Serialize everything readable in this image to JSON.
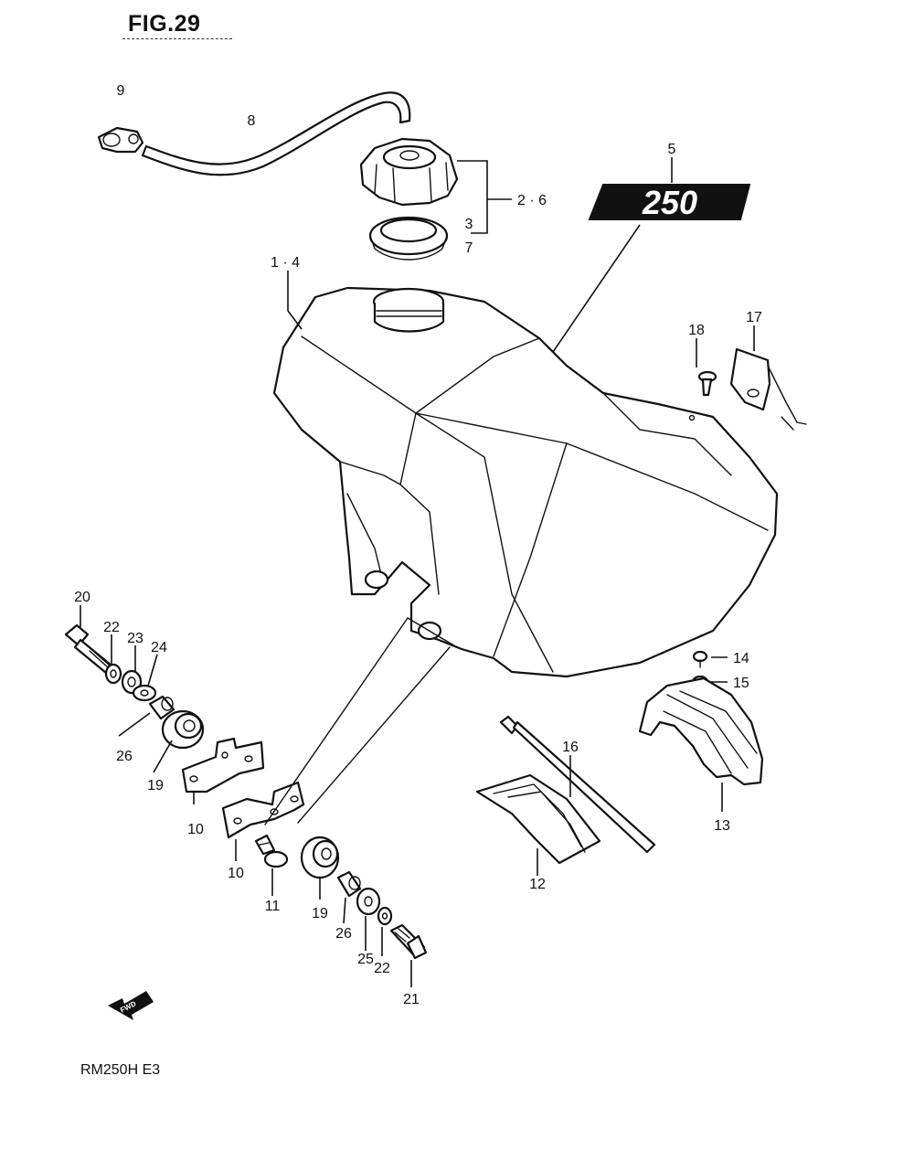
{
  "figure": {
    "title": "FIG.29",
    "model": "RM250H  E3"
  },
  "badge": {
    "text": "250"
  },
  "fwd_label": "FWD",
  "callouts": [
    {
      "id": "c-9",
      "label": "9"
    },
    {
      "id": "c-8",
      "label": "8"
    },
    {
      "id": "c-2-6",
      "label": "2 · 6"
    },
    {
      "id": "c-3",
      "label": "3"
    },
    {
      "id": "c-7",
      "label": "7"
    },
    {
      "id": "c-5",
      "label": "5"
    },
    {
      "id": "c-1-4",
      "label": "1 · 4"
    },
    {
      "id": "c-18",
      "label": "18"
    },
    {
      "id": "c-17",
      "label": "17"
    },
    {
      "id": "c-20",
      "label": "20"
    },
    {
      "id": "c-22a",
      "label": "22"
    },
    {
      "id": "c-23",
      "label": "23"
    },
    {
      "id": "c-24",
      "label": "24"
    },
    {
      "id": "c-26a",
      "label": "26"
    },
    {
      "id": "c-19a",
      "label": "19"
    },
    {
      "id": "c-10a",
      "label": "10"
    },
    {
      "id": "c-10b",
      "label": "10"
    },
    {
      "id": "c-11",
      "label": "11"
    },
    {
      "id": "c-19b",
      "label": "19"
    },
    {
      "id": "c-26b",
      "label": "26"
    },
    {
      "id": "c-25",
      "label": "25"
    },
    {
      "id": "c-22b",
      "label": "22"
    },
    {
      "id": "c-21",
      "label": "21"
    },
    {
      "id": "c-14",
      "label": "14"
    },
    {
      "id": "c-15",
      "label": "15"
    },
    {
      "id": "c-16",
      "label": "16"
    },
    {
      "id": "c-13",
      "label": "13"
    },
    {
      "id": "c-12",
      "label": "12"
    }
  ]
}
